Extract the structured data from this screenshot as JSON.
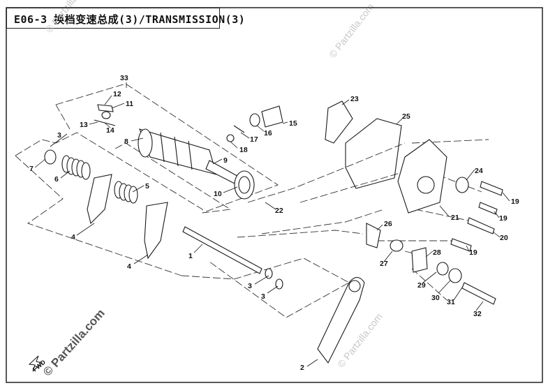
{
  "title": "E06-3  换档变速总成(3)/TRANSMISSION(3)",
  "watermark": "© Partzilla.com",
  "fwd_label": "FWD",
  "colors": {
    "line": "#1a1a1a",
    "dash": "#333333",
    "watermark": "#c8c8c8"
  },
  "callouts": [
    "1",
    "2",
    "3",
    "3",
    "3",
    "4",
    "4",
    "5",
    "6",
    "7",
    "8",
    "9",
    "10",
    "11",
    "12",
    "13",
    "14",
    "15",
    "16",
    "17",
    "18",
    "19",
    "19",
    "19",
    "20",
    "21",
    "22",
    "23",
    "24",
    "25",
    "26",
    "27",
    "28",
    "29",
    "30",
    "31",
    "32",
    "33"
  ]
}
